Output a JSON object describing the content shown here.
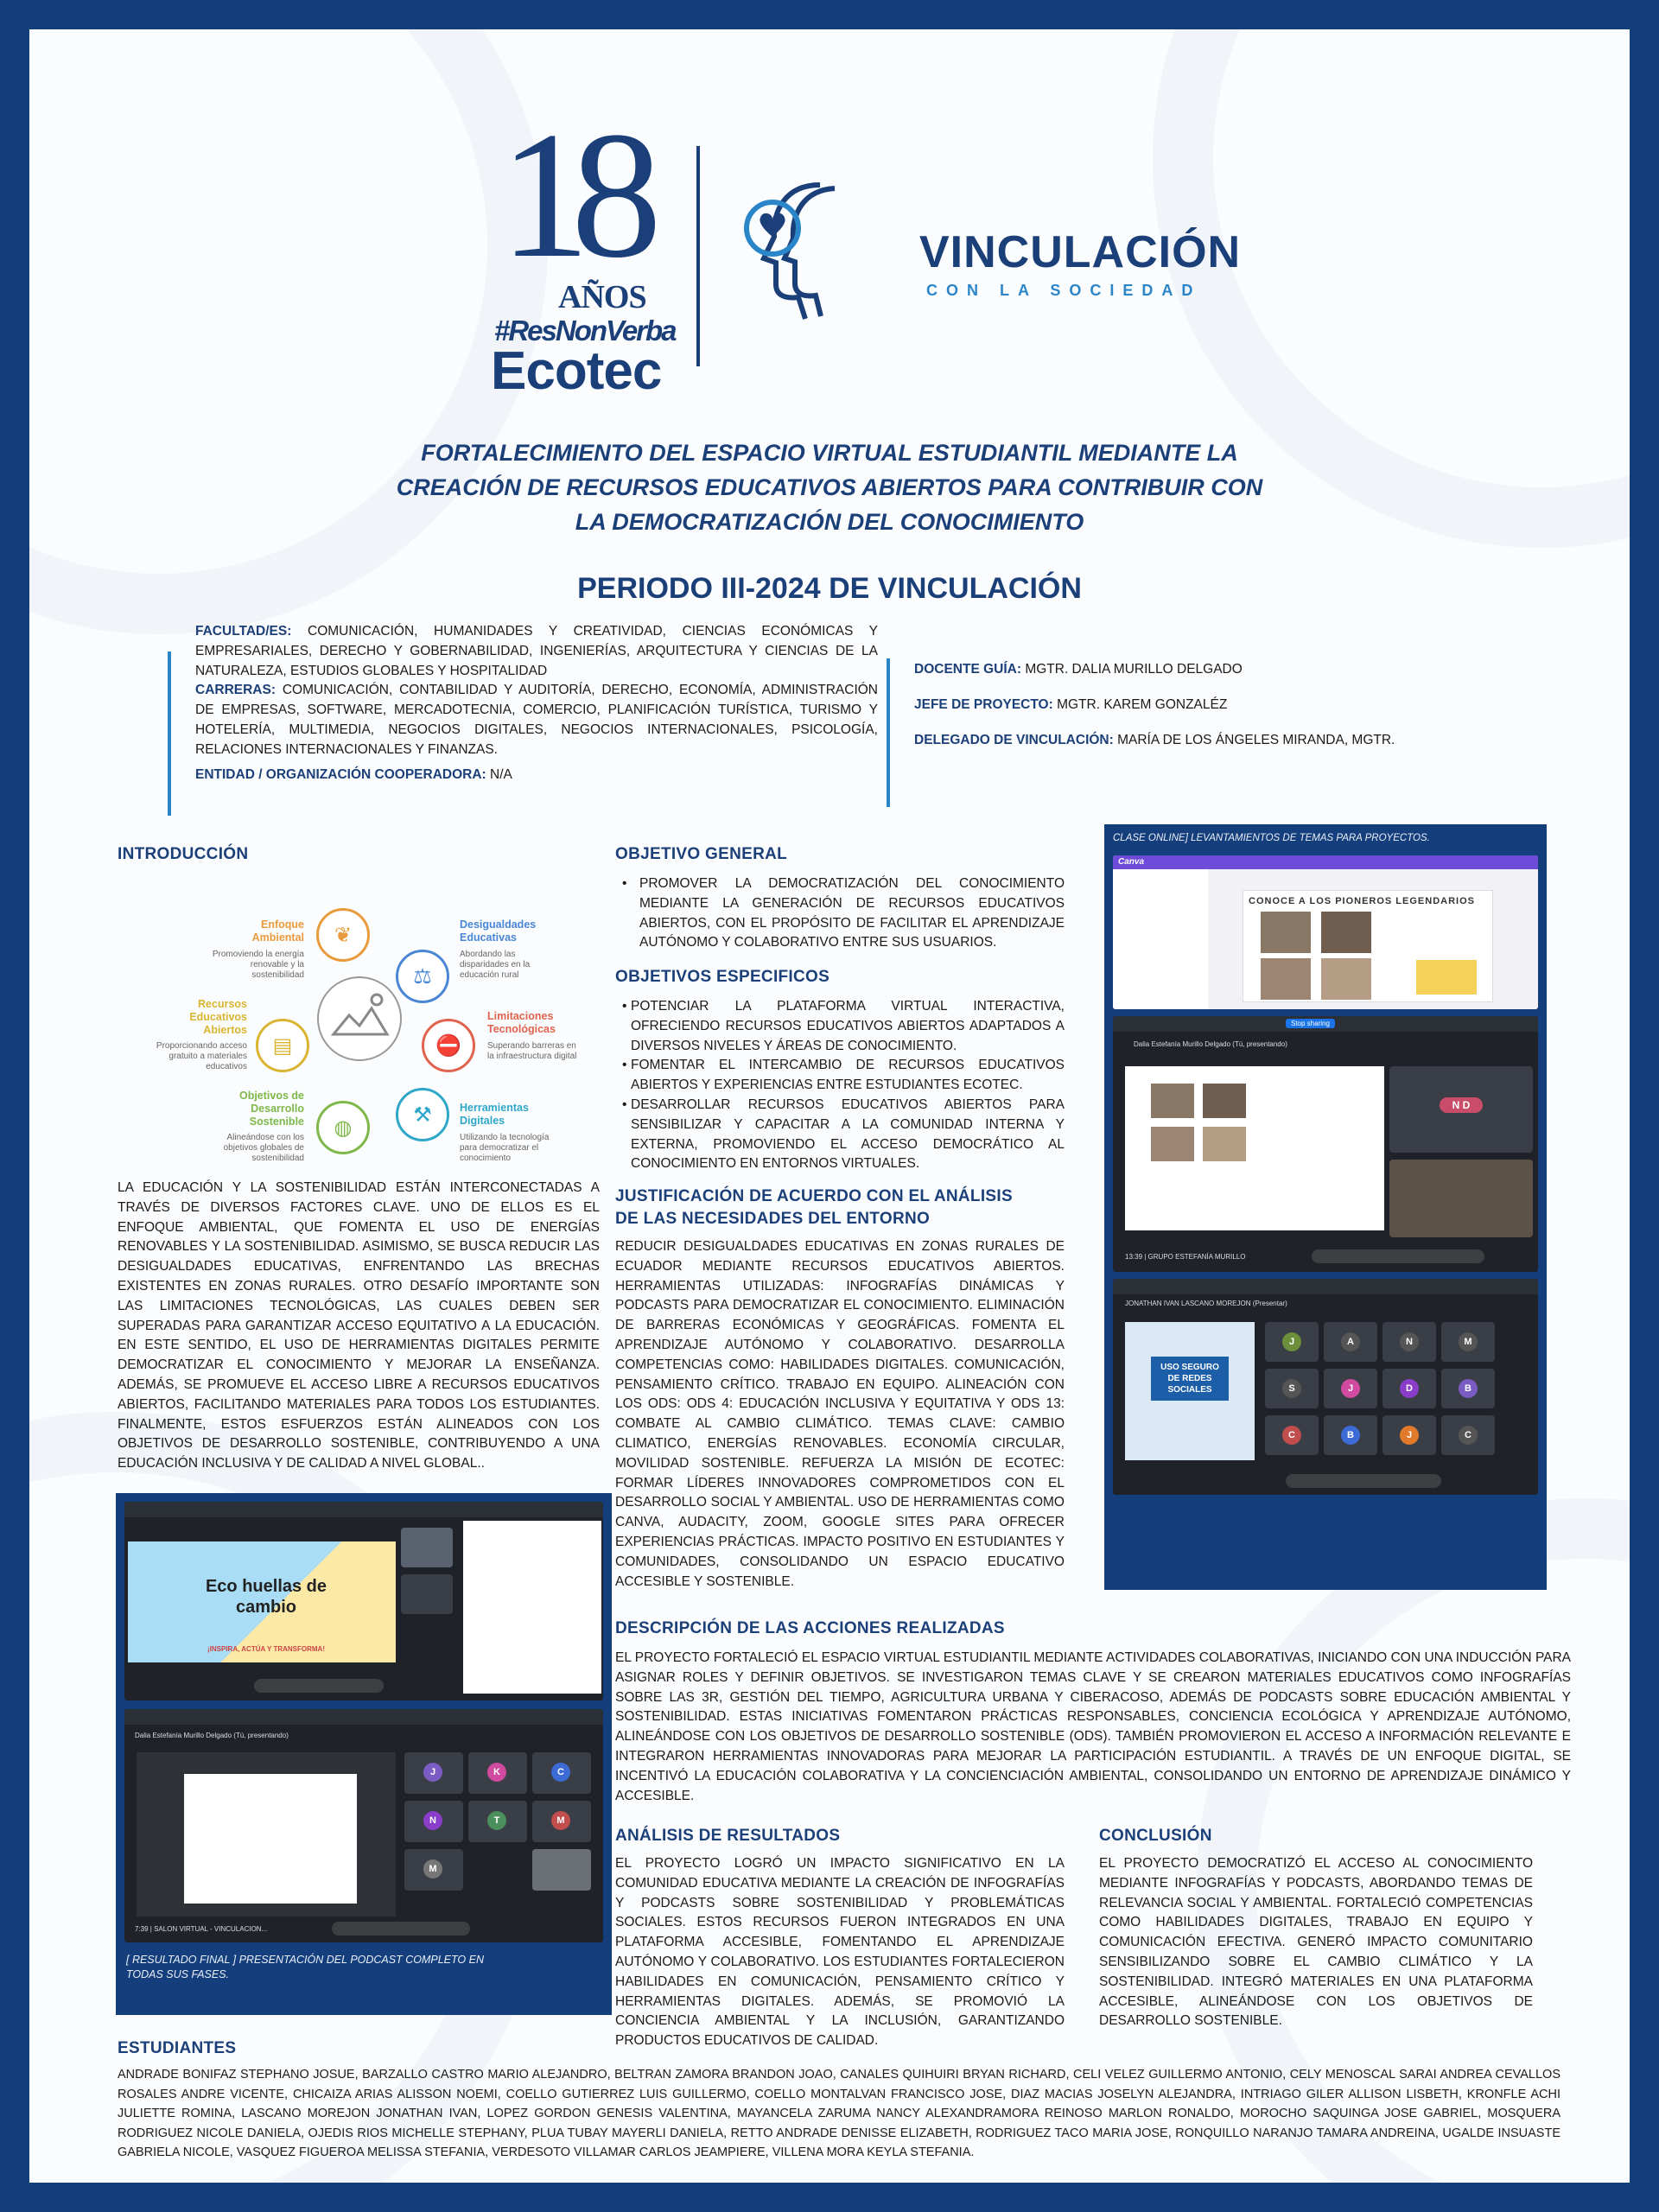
{
  "logo": {
    "years_number": "18",
    "years_word": "AÑOS",
    "hashtag": "#ResNonVerba",
    "brand": "Ecotec",
    "vinculacion": "VINCULACIÓN",
    "sociedad": "CON LA SOCIEDAD"
  },
  "title": {
    "line1": "FORTALECIMIENTO DEL ESPACIO VIRTUAL ESTUDIANTIL MEDIANTE LA",
    "line2": "CREACIÓN DE RECURSOS EDUCATIVOS ABIERTOS PARA CONTRIBUIR CON",
    "line3": "LA DEMOCRATIZACIÓN DEL CONOCIMIENTO",
    "periodo": "PERIODO III-2024 DE VINCULACIÓN"
  },
  "info": {
    "facultad_label": "FACULTAD/ES:",
    "facultad_value": "COMUNICACIÓN, HUMANIDADES Y CREATIVIDAD, CIENCIAS ECONÓMICAS Y EMPRESARIALES, DERECHO Y GOBERNABILIDAD, INGENIERÍAS, ARQUITECTURA Y CIENCIAS DE LA NATURALEZA, ESTUDIOS GLOBALES Y HOSPITALIDAD",
    "carreras_label": "CARRERAS:",
    "carreras_value": "COMUNICACIÓN, CONTABILIDAD Y AUDITORÍA, DERECHO, ECONOMÍA, ADMINISTRACIÓN DE EMPRESAS, SOFTWARE, MERCADOTECNIA, COMERCIO, PLANIFICACIÓN TURÍSTICA, TURISMO Y HOTELERÍA, MULTIMEDIA, NEGOCIOS DIGITALES, NEGOCIOS INTERNACIONALES, PSICOLOGÍA, RELACIONES INTERNACIONALES Y FINANZAS.",
    "entidad_label": "ENTIDAD / ORGANIZACIÓN COOPERADORA:",
    "entidad_value": "N/A",
    "docente_label": "DOCENTE GUÍA:",
    "docente_value": "MGTR. DALIA MURILLO DELGADO",
    "jefe_label": "JEFE DE PROYECTO:",
    "jefe_value": "MGTR. KAREM GONZALÉZ",
    "delegado_label": "DELEGADO DE VINCULACIÓN:",
    "delegado_value": "MARÍA DE LOS ÁNGELES MIRANDA, MGTR."
  },
  "intro": {
    "heading": "INTRODUCCIÓN",
    "diagram": [
      {
        "title": "Enfoque Ambiental",
        "desc": "Promoviendo la energía renovable y la sostenibilidad",
        "icon": "leaf-icon",
        "color": "#e89b3c"
      },
      {
        "title": "Desigualdades Educativas",
        "desc": "Abordando las disparidades en la educación rural",
        "icon": "scale-icon",
        "color": "#4a86d6"
      },
      {
        "title": "Limitaciones Tecnológicas",
        "desc": "Superando barreras en la infraestructura digital",
        "icon": "barrier-icon",
        "color": "#e0634e"
      },
      {
        "title": "Herramientas Digitales",
        "desc": "Utilizando la tecnología para democratizar el conocimiento",
        "icon": "tools-icon",
        "color": "#2fa7c9"
      },
      {
        "title": "Objetivos de Desarrollo Sostenible",
        "desc": "Alineándose con los objetivos globales de sostenibilidad",
        "icon": "globe-icon",
        "color": "#7fb84a"
      },
      {
        "title": "Recursos Educativos Abiertos",
        "desc": "Proporcionando acceso gratuito a materiales educativos",
        "icon": "book-icon",
        "color": "#d9b531"
      }
    ],
    "text": "LA EDUCACIÓN Y LA SOSTENIBILIDAD ESTÁN INTERCONECTADAS A TRAVÉS DE DIVERSOS FACTORES CLAVE. UNO DE ELLOS ES EL ENFOQUE AMBIENTAL, QUE FOMENTA EL USO DE ENERGÍAS RENOVABLES Y LA SOSTENIBILIDAD. ASIMISMO, SE BUSCA REDUCIR LAS DESIGUALDADES EDUCATIVAS, ENFRENTANDO LAS BRECHAS EXISTENTES EN ZONAS RURALES. OTRO DESAFÍO IMPORTANTE SON LAS LIMITACIONES TECNOLÓGICAS, LAS CUALES DEBEN SER SUPERADAS PARA GARANTIZAR ACCESO EQUITATIVO A LA EDUCACIÓN. EN ESTE SENTIDO, EL USO DE HERRAMIENTAS DIGITALES PERMITE DEMOCRATIZAR EL CONOCIMIENTO Y MEJORAR LA ENSEÑANZA. ADEMÁS, SE PROMUEVE EL ACCESO LIBRE A RECURSOS EDUCATIVOS ABIERTOS, FACILITANDO MATERIALES PARA TODOS LOS ESTUDIANTES. FINALMENTE, ESTOS ESFUERZOS ESTÁN ALINEADOS CON LOS OBJETIVOS DE DESARROLLO SOSTENIBLE, CONTRIBUYENDO A UNA EDUCACIÓN INCLUSIVA Y DE CALIDAD A NIVEL GLOBAL.."
  },
  "objetivo_general": {
    "heading": "OBJETIVO GENERAL",
    "items": [
      "PROMOVER LA DEMOCRATIZACIÓN DEL CONOCIMIENTO MEDIANTE LA GENERACIÓN DE RECURSOS EDUCATIVOS ABIERTOS, CON EL PROPÓSITO DE FACILITAR EL APRENDIZAJE AUTÓNOMO Y COLABORATIVO ENTRE SUS USUARIOS."
    ]
  },
  "objetivos_especificos": {
    "heading": "OBJETIVOS ESPECIFICOS",
    "items": [
      "POTENCIAR LA PLATAFORMA VIRTUAL INTERACTIVA, OFRECIENDO RECURSOS EDUCATIVOS ABIERTOS ADAPTADOS A DIVERSOS NIVELES Y ÁREAS DE CONOCIMIENTO.",
      "FOMENTAR EL INTERCAMBIO DE RECURSOS EDUCATIVOS ABIERTOS Y EXPERIENCIAS ENTRE ESTUDIANTES ECOTEC.",
      "DESARROLLAR RECURSOS EDUCATIVOS ABIERTOS PARA SENSIBILIZAR Y CAPACITAR A LA COMUNIDAD INTERNA Y EXTERNA, PROMOVIENDO EL ACCESO DEMOCRÁTICO AL CONOCIMIENTO EN ENTORNOS VIRTUALES."
    ]
  },
  "justificacion": {
    "heading1": "JUSTIFICACIÓN DE ACUERDO CON EL ANÁLISIS",
    "heading2": "DE LAS NECESIDADES DEL ENTORNO",
    "text": "REDUCIR DESIGUALDADES EDUCATIVAS EN ZONAS RURALES DE ECUADOR MEDIANTE RECURSOS EDUCATIVOS ABIERTOS. HERRAMIENTAS UTILIZADAS: INFOGRAFÍAS DINÁMICAS Y PODCASTS PARA DEMOCRATIZAR EL CONOCIMIENTO. ELIMINACIÓN DE BARRERAS ECONÓMICAS Y GEOGRÁFICAS. FOMENTA EL APRENDIZAJE AUTÓNOMO Y COLABORATIVO. DESARROLLA COMPETENCIAS COMO: HABILIDADES DIGITALES. COMUNICACIÓN, PENSAMIENTO CRÍTICO. TRABAJO EN EQUIPO. ALINEACIÓN CON LOS ODS: ODS 4: EDUCACIÓN INCLUSIVA Y EQUITATIVA Y ODS 13: COMBATE AL CAMBIO CLIMÁTICO. TEMAS CLAVE: CAMBIO CLIMATICO, ENERGÍAS RENOVABLES. ECONOMÍA CIRCULAR, MOVILIDAD SOSTENIBLE. REFUERZA LA MISIÓN DE ECOTEC: FORMAR LÍDERES INNOVADORES COMPROMETIDOS CON EL DESARROLLO SOCIAL Y AMBIENTAL. USO DE HERRAMIENTAS COMO CANVA, AUDACITY, ZOOM, GOOGLE SITES PARA OFRECER EXPERIENCIAS PRÁCTICAS. IMPACTO POSITIVO EN ESTUDIANTES Y COMUNIDADES, CONSOLIDANDO UN ESPACIO EDUCATIVO ACCESIBLE Y SOSTENIBLE."
  },
  "descripcion": {
    "heading": "DESCRIPCIÓN DE LAS ACCIONES REALIZADAS",
    "text": "EL PROYECTO FORTALECIÓ EL ESPACIO VIRTUAL ESTUDIANTIL MEDIANTE ACTIVIDADES COLABORATIVAS, INICIANDO CON UNA INDUCCIÓN PARA ASIGNAR ROLES Y DEFINIR OBJETIVOS. SE INVESTIGARON TEMAS CLAVE Y SE CREARON MATERIALES EDUCATIVOS COMO INFOGRAFÍAS SOBRE LAS 3R, GESTIÓN DEL TIEMPO, AGRICULTURA URBANA Y CIBERACOSO, ADEMÁS DE PODCASTS SOBRE EDUCACIÓN AMBIENTAL Y SOSTENIBILIDAD. ESTAS INICIATIVAS FOMENTARON PRÁCTICAS RESPONSABLES, CONCIENCIA ECOLÓGICA Y APRENDIZAJE AUTÓNOMO, ALINEÁNDOSE CON LOS OBJETIVOS DE DESARROLLO SOSTENIBLE (ODS). TAMBIÉN PROMOVIERON EL ACCESO A INFORMACIÓN RELEVANTE E INTEGRARON HERRAMIENTAS INNOVADORAS PARA MEJORAR LA PARTICIPACIÓN ESTUDIANTIL. A TRAVÉS DE UN ENFOQUE DIGITAL, SE INCENTIVÓ LA EDUCACIÓN COLABORATIVA Y LA CONCIENCIACIÓN AMBIENTAL, CONSOLIDANDO UN ENTORNO DE APRENDIZAJE DINÁMICO Y ACCESIBLE."
  },
  "analisis": {
    "heading": "ANÁLISIS DE RESULTADOS",
    "text": "EL PROYECTO LOGRÓ UN IMPACTO SIGNIFICATIVO EN LA COMUNIDAD EDUCATIVA MEDIANTE LA CREACIÓN DE INFOGRAFÍAS Y PODCASTS SOBRE SOSTENIBILIDAD Y PROBLEMÁTICAS SOCIALES. ESTOS RECURSOS FUERON INTEGRADOS EN UNA PLATAFORMA ACCESIBLE, FOMENTANDO EL APRENDIZAJE AUTÓNOMO Y COLABORATIVO. LOS ESTUDIANTES FORTALECIERON HABILIDADES EN COMUNICACIÓN, PENSAMIENTO CRÍTICO Y HERRAMIENTAS DIGITALES. ADEMÁS, SE PROMOVIÓ LA CONCIENCIA AMBIENTAL Y LA INCLUSIÓN, GARANTIZANDO PRODUCTOS EDUCATIVOS DE CALIDAD."
  },
  "conclusion": {
    "heading": "CONCLUSIÓN",
    "text": "EL PROYECTO DEMOCRATIZÓ EL ACCESO AL CONOCIMIENTO MEDIANTE INFOGRAFÍAS Y PODCASTS, ABORDANDO TEMAS DE RELEVANCIA SOCIAL Y AMBIENTAL. FORTALECIÓ COMPETENCIAS COMO HABILIDADES DIGITALES, TRABAJO EN EQUIPO Y COMUNICACIÓN EFECTIVA. GENERÓ IMPACTO COMUNITARIO SENSIBILIZANDO SOBRE EL CAMBIO CLIMÁTICO Y LA SOSTENIBILIDAD. INTEGRÓ MATERIALES EN UNA PLATAFORMA ACCESIBLE, ALINEÁNDOSE CON LOS OBJETIVOS DE DESARROLLO SOSTENIBLE."
  },
  "estudiantes": {
    "heading": "ESTUDIANTES",
    "text": "ANDRADE BONIFAZ STEPHANO JOSUE, BARZALLO CASTRO MARIO ALEJANDRO, BELTRAN ZAMORA BRANDON JOAO, CANALES QUIHUIRI BRYAN RICHARD, CELI VELEZ GUILLERMO ANTONIO, CELY MENOSCAL SARAI ANDREA CEVALLOS ROSALES ANDRE VICENTE, CHICAIZA ARIAS ALISSON NOEMI, COELLO GUTIERREZ LUIS GUILLERMO, COELLO MONTALVAN FRANCISCO JOSE, DIAZ MACIAS JOSELYN ALEJANDRA, INTRIAGO GILER ALLISON LISBETH, KRONFLE ACHI JULIETTE ROMINA, LASCANO MOREJON JONATHAN IVAN, LOPEZ GORDON GENESIS VALENTINA, MAYANCELA ZARUMA NANCY ALEXANDRAMORA REINOSO MARLON RONALDO, MOROCHO SAQUINGA JOSE GABRIEL, MOSQUERA RODRIGUEZ NICOLE DANIELA, OJEDIS RIOS MICHELLE STEPHANY, PLUA TUBAY MAYERLI DANIELA, RETTO ANDRADE DENISSE ELIZABETH, RODRIGUEZ TACO MARIA JOSE, RONQUILLO NARANJO TAMARA ANDREINA, UGALDE INSUASTE GABRIELA NICOLE, VASQUEZ FIGUEROA MELISSA STEFANIA, VERDESOTO VILLAMAR CARLOS JEAMPIERE, VILLENA MORA KEYLA STEFANIA."
  },
  "photos_right": {
    "caption": "CLASE ONLINE] LEVANTAMIENTOS DE TEMAS PARA PROYECTOS.",
    "shot1_banner": "CONOCE A LOS PIONEROS LEGENDARIOS",
    "shot1_brand": "Canva",
    "shot2_presenter": "Dalia Estefanía Murillo Delgado (Tú, presentando)",
    "shot2_stop": "Stop sharing",
    "shot2_meeting": "13:39 | GRUPO ESTEFANÍA MURILLO",
    "shot2_avatar": "N D",
    "shot3_slide": "USO SEGURO DE REDES SOCIALES",
    "shot3_presenter": "JONATHAN IVAN LASCANO MOREJON (Presentar)"
  },
  "photos_left": {
    "shot1_title": "Eco huellas de cambio",
    "shot1_sub": "¡INSPIRA, ACTÚA Y TRANSFORMA!",
    "shot2_presenter": "Dalia Estefanía Murillo Delgado (Tú, presentando)",
    "shot2_meeting": "7:39 | SALON VIRTUAL - VINCULACION...",
    "caption": "[ RESULTADO FINAL ] PRESENTACIÓN DEL PODCAST COMPLETO EN TODAS SUS FASES."
  },
  "colors": {
    "navy": "#1b3f78",
    "accent": "#2a86c9",
    "frame": "#123e7a"
  }
}
